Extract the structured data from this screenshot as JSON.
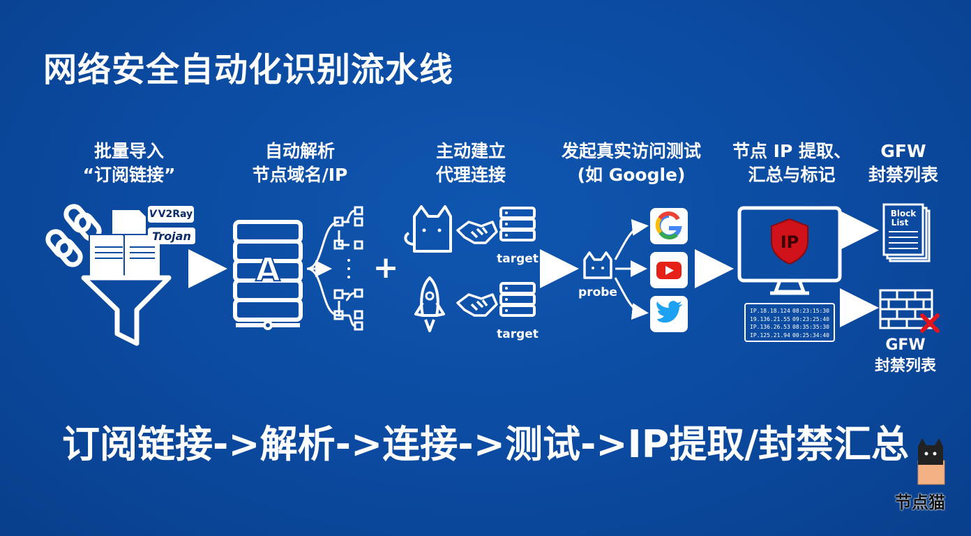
{
  "title": "网络安全自动化识别流水线",
  "steps": [
    {
      "line1": "批量导入",
      "line2": "“订阅链接”"
    },
    {
      "line1": "自动解析",
      "line2": "节点域名/IP"
    },
    {
      "line1": "主动建立",
      "line2": "代理连接"
    },
    {
      "line1": "发起真实访问测试",
      "line2": "(如 Google)"
    },
    {
      "line1": "节点 IP 提取、",
      "line2": "汇总与标记"
    },
    {
      "line1": "GFW",
      "line2": "封禁列表"
    }
  ],
  "protocol_tags": [
    "V2Ray",
    "Trojan"
  ],
  "server_letter": "A",
  "connection_targets": [
    "target",
    "target"
  ],
  "probe_label": "probe",
  "shield_text": "IP",
  "ip_records": [
    {
      "ip": "IP.18.18.124",
      "time": "08:23:15:30"
    },
    {
      "ip": "19.136.21.55",
      "time": "09:23:25:40"
    },
    {
      "ip": "IP.136.26.53",
      "time": "08:35:35:30"
    },
    {
      "ip": "IP.125.21.94",
      "time": "00:25:34:40"
    }
  ],
  "block_list_label": [
    "Block",
    "List"
  ],
  "gfw_label": {
    "line1": "GFW",
    "line2": "封禁列表"
  },
  "plus_sign": "+",
  "footer": "订阅链接->解析->连接->测试->IP提取/封禁汇总",
  "brand": "节点猫",
  "colors": {
    "background": "#0b4aa0",
    "shield": "#d0121b",
    "google_blue": "#4285f4",
    "youtube_red": "#e62117",
    "twitter_blue": "#1da1f2"
  }
}
